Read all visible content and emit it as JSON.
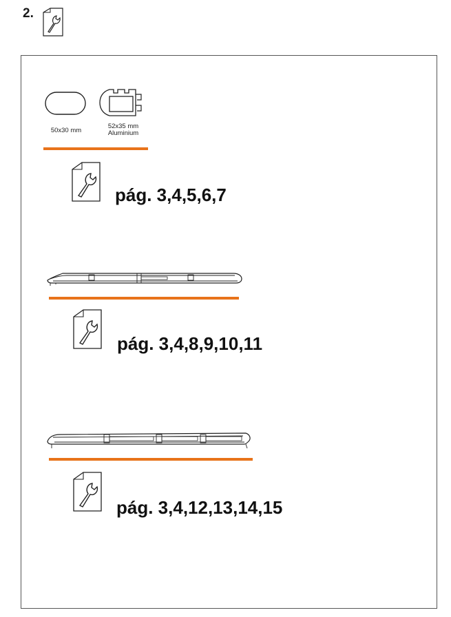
{
  "step": {
    "number": "2.",
    "icon": "wrench-document-icon"
  },
  "profiles": {
    "oval": {
      "label": "50x30 mm"
    },
    "alu": {
      "label_line1": "52x35 mm",
      "label_line2": "Aluminium"
    }
  },
  "sections": [
    {
      "page_ref": "pág. 3,4,5,6,7",
      "icon": "wrench-document-icon"
    },
    {
      "page_ref": "pág. 3,4,8,9,10,11",
      "icon": "wrench-document-icon"
    },
    {
      "page_ref": "pág. 3,4,12,13,14,15",
      "icon": "wrench-document-icon"
    }
  ],
  "colors": {
    "accent": "#e8731a",
    "line": "#1a1a1a"
  }
}
